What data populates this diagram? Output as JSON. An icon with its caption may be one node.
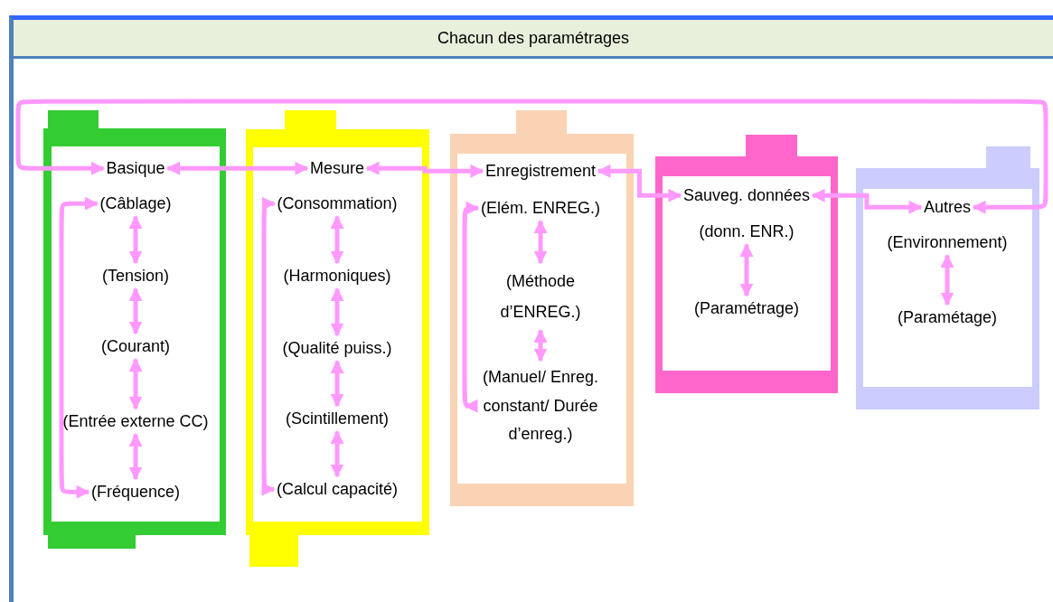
{
  "diagram": {
    "nodes": [
      {
        "text": [
          "Chacun des paramétrages"
        ]
      },
      {
        "text": [],
        "shape": "box",
        "in": 0
      },
      {
        "text": [
          "Basique"
        ],
        "in": 1
      },
      {
        "text": [
          "(Câblage)"
        ],
        "in": 1
      },
      {
        "text": [
          "(Tension)"
        ],
        "in": 1
      },
      {
        "text": [
          "(Courant)"
        ],
        "in": 1
      },
      {
        "text": [
          "(Entrée externe CC)"
        ],
        "in": 1
      },
      {
        "text": [
          "(Fréquence)"
        ],
        "in": 1
      },
      {
        "text": [],
        "shape": "box",
        "in": 0
      },
      {
        "text": [
          "Mesure"
        ],
        "in": 8
      },
      {
        "text": [
          "(Consommation)"
        ],
        "in": 8
      },
      {
        "text": [
          "(Harmoniques)"
        ],
        "in": 8
      },
      {
        "text": [
          "(Qualité puiss.)"
        ],
        "in": 8
      },
      {
        "text": [
          "(Scintillement)"
        ],
        "in": 8
      },
      {
        "text": [
          "(Calcul capacité)"
        ],
        "in": 8
      },
      {
        "text": [],
        "shape": "box",
        "in": 0
      },
      {
        "text": [
          "Enregistrement"
        ],
        "in": 15
      },
      {
        "text": [
          "(Elém. ENREG.)"
        ],
        "in": 15
      },
      {
        "text": [
          "(Méthode d’ENREG.)"
        ],
        "in": 15
      },
      {
        "text": [
          "(Manuel/ Enreg. constant/ Durée d’enreg.)"
        ],
        "in": 15
      },
      {
        "text": [],
        "shape": "box",
        "in": 0
      },
      {
        "text": [
          "Sauveg. données"
        ],
        "in": 20
      },
      {
        "text": [
          "(donn. ENR.)"
        ],
        "in": 20
      },
      {
        "text": [
          "(Paramétrage)"
        ],
        "in": 20
      },
      {
        "text": [],
        "shape": "box",
        "in": 0
      },
      {
        "text": [
          "Autres"
        ],
        "in": 24
      },
      {
        "text": [
          "(Environnement)"
        ],
        "in": 24
      },
      {
        "text": [
          "(Paramétage)"
        ],
        "in": 24
      }
    ],
    "edges": [
      {
        "from": 2,
        "to": 9,
        "arrow": "both"
      },
      {
        "from": 9,
        "to": 16,
        "arrow": "both"
      },
      {
        "from": 16,
        "to": 21,
        "arrow": "both"
      },
      {
        "from": 21,
        "to": 25,
        "arrow": "both"
      },
      {
        "from": 2,
        "to": 25,
        "arrow": "both"
      },
      {
        "from": 3,
        "to": 4,
        "arrow": "both"
      },
      {
        "from": 4,
        "to": 5,
        "arrow": "both"
      },
      {
        "from": 5,
        "to": 6,
        "arrow": "both"
      },
      {
        "from": 6,
        "to": 7,
        "arrow": "both"
      },
      {
        "from": 3,
        "to": 7,
        "arrow": "both"
      },
      {
        "from": 10,
        "to": 11,
        "arrow": "both"
      },
      {
        "from": 11,
        "to": 12,
        "arrow": "both"
      },
      {
        "from": 12,
        "to": 13,
        "arrow": "both"
      },
      {
        "from": 13,
        "to": 14,
        "arrow": "both"
      },
      {
        "from": 10,
        "to": 14,
        "arrow": "both"
      },
      {
        "from": 17,
        "to": 18,
        "arrow": "both"
      },
      {
        "from": 18,
        "to": 19,
        "arrow": "both"
      },
      {
        "from": 17,
        "to": 19,
        "arrow": "both"
      },
      {
        "from": 22,
        "to": 23,
        "arrow": "both"
      },
      {
        "from": 26,
        "to": 27,
        "arrow": "both"
      }
    ]
  }
}
